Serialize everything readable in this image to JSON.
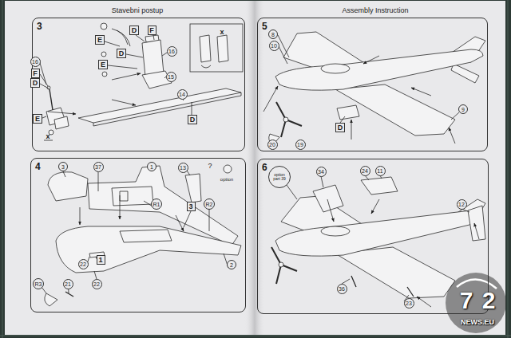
{
  "diagram": {
    "nodes": [
      {
        "text": [
          "3"
        ]
      },
      {
        "text": [
          "D"
        ],
        "in": 0
      },
      {
        "text": [
          "F"
        ],
        "in": 0
      },
      {
        "text": [
          "E"
        ],
        "in": 0
      },
      {
        "text": [
          "16"
        ],
        "in": 0
      },
      {
        "text": [
          "D"
        ],
        "in": 0
      },
      {
        "text": [
          "E"
        ],
        "in": 0
      },
      {
        "text": [
          "15"
        ],
        "in": 0
      },
      {
        "text": [
          "16"
        ],
        "in": 0
      },
      {
        "text": [
          "F"
        ],
        "in": 0
      },
      {
        "text": [
          "D"
        ],
        "in": 0
      },
      {
        "text": [
          "14"
        ],
        "in": 0
      },
      {
        "text": [
          "D"
        ],
        "in": 0
      },
      {
        "text": [
          "E"
        ],
        "in": 0
      },
      {
        "text": [
          "5"
        ]
      },
      {
        "text": [
          "8"
        ],
        "in": 14
      },
      {
        "text": [
          "10"
        ],
        "in": 14
      },
      {
        "text": [
          "9"
        ],
        "in": 14
      },
      {
        "text": [
          "D"
        ],
        "in": 14
      },
      {
        "text": [
          "20"
        ],
        "in": 14
      },
      {
        "text": [
          "19"
        ],
        "in": 14
      },
      {
        "text": [
          "4"
        ]
      },
      {
        "text": [
          "3"
        ],
        "in": 21
      },
      {
        "text": [
          "37"
        ],
        "in": 21
      },
      {
        "text": [
          "1"
        ],
        "in": 21
      },
      {
        "text": [
          "13"
        ],
        "in": 21
      },
      {
        "text": [
          "R1"
        ],
        "in": 21
      },
      {
        "text": [
          "3"
        ],
        "in": 21
      },
      {
        "text": [
          "R2"
        ],
        "in": 21
      },
      {
        "text": [
          "1"
        ],
        "in": 21
      },
      {
        "text": [
          "22"
        ],
        "in": 21
      },
      {
        "text": [
          "22"
        ],
        "in": 21
      },
      {
        "text": [
          "2"
        ],
        "in": 21
      },
      {
        "text": [
          "R3"
        ],
        "in": 21
      },
      {
        "text": [
          "21"
        ],
        "in": 21
      },
      {
        "text": [
          "6"
        ]
      },
      {
        "text": [
          "option part 39"
        ],
        "in": 35
      },
      {
        "text": [
          "34"
        ],
        "in": 35
      },
      {
        "text": [
          "24"
        ],
        "in": 35
      },
      {
        "text": [
          "11"
        ],
        "in": 35
      },
      {
        "text": [
          "12"
        ],
        "in": 35
      },
      {
        "text": [
          "36"
        ],
        "in": 35
      },
      {
        "text": [
          "23"
        ],
        "in": 35
      }
    ],
    "labels": [
      "Stavebni postup",
      "Assembly Instruction",
      "x",
      "x",
      "?",
      "option",
      "7",
      "2",
      "NEWS.EU"
    ]
  }
}
